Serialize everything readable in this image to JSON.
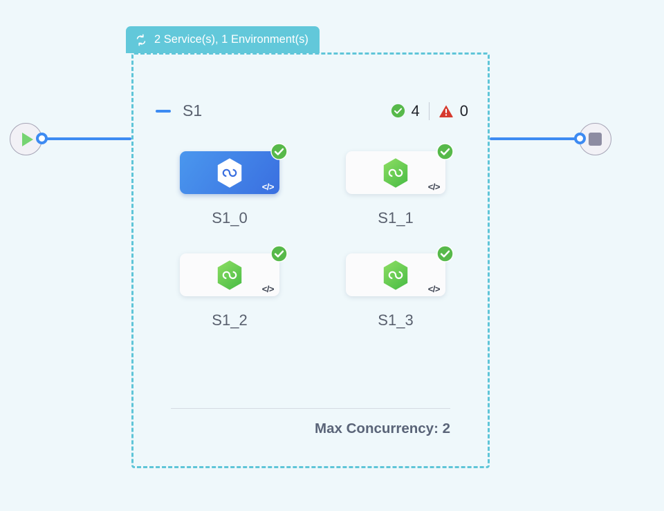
{
  "canvas": {
    "background_color": "#eff8fb"
  },
  "start_node": {
    "name": "start",
    "icon": "play-icon",
    "icon_color": "#76d472"
  },
  "end_node": {
    "name": "end",
    "icon": "stop-icon",
    "icon_color": "#8d8ca2"
  },
  "group": {
    "tab": {
      "icon": "loop-icon",
      "label": "2 Service(s), 1 Environment(s)",
      "background_color": "#62c8da"
    },
    "border_color": "#5fc5d8",
    "section": {
      "collapse_icon": "minus-icon",
      "title": "S1",
      "stats": {
        "success_icon": "check-circle-icon",
        "success_count": "4",
        "warning_icon": "warning-triangle-icon",
        "warning_count": "0"
      }
    },
    "nodes": [
      {
        "label": "S1_0",
        "selected": true,
        "status": "success",
        "status_icon": "check-circle-icon",
        "type_icon": "hexagon-loop-icon",
        "code_icon": "code-icon",
        "code_glyph": "</>"
      },
      {
        "label": "S1_1",
        "selected": false,
        "status": "success",
        "status_icon": "check-circle-icon",
        "type_icon": "hexagon-loop-icon",
        "code_icon": "code-icon",
        "code_glyph": "</>"
      },
      {
        "label": "S1_2",
        "selected": false,
        "status": "success",
        "status_icon": "check-circle-icon",
        "type_icon": "hexagon-loop-icon",
        "code_icon": "code-icon",
        "code_glyph": "</>"
      },
      {
        "label": "S1_3",
        "selected": false,
        "status": "success",
        "status_icon": "check-circle-icon",
        "type_icon": "hexagon-loop-icon",
        "code_icon": "code-icon",
        "code_glyph": "</>"
      }
    ],
    "footer": {
      "text": "Max Concurrency: 2"
    }
  },
  "colors": {
    "accent_blue": "#3d8bf2",
    "teal": "#5fc5d8",
    "success_green": "#57b94a",
    "warning_red": "#d63a2e",
    "node_green": "#6ecb4e",
    "text_slate": "#59606e"
  }
}
